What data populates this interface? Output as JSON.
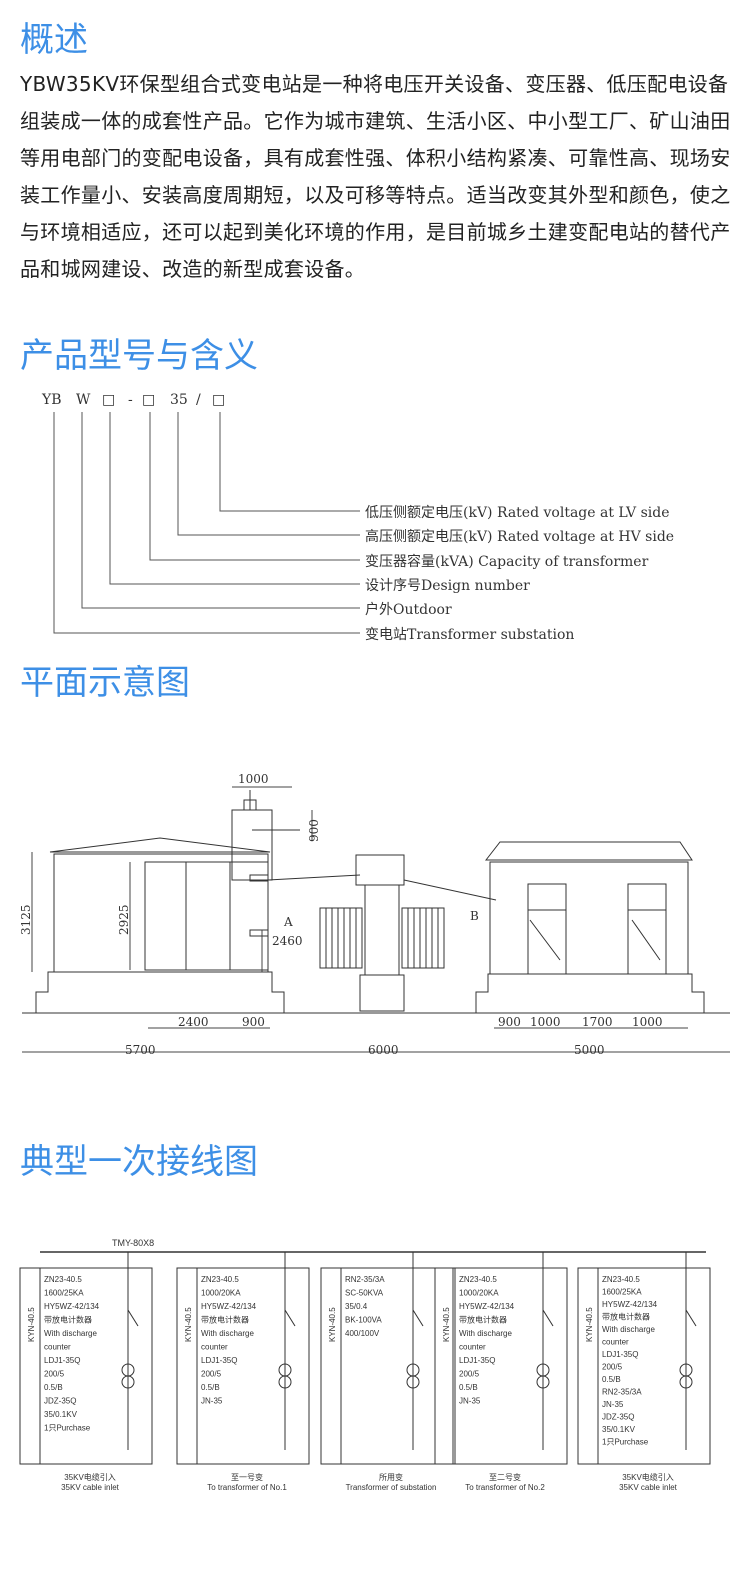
{
  "sections": {
    "overview": "概述",
    "model": "产品型号与含义",
    "plan": "平面示意图",
    "wiring": "典型一次接线图"
  },
  "intro": "YBW35KV环保型组合式变电站是一种将电压开关设备、变压器、低压配电设备组装成一体的成套性产品。它作为城市建筑、生活小区、中小型工厂、矿山油田等用电部门的变配电设备，具有成套性强、体积小结构紧凑、可靠性高、现场安装工作量小、安装高度周期短，以及可移等特点。适当改变其外型和颜色，使之与环境相适应，还可以起到美化环境的作用，是目前城乡土建变配电站的替代产品和城网建设、改造的新型成套设备。",
  "model_code": {
    "parts": [
      "YB",
      "W",
      "□",
      "-",
      "□",
      "35",
      "/",
      "□"
    ],
    "meanings": [
      "低压侧额定电压(kV) Rated voltage at LV side",
      "高压侧额定电压(kV) Rated voltage at HV side",
      "变压器容量(kVA) Capacity of transformer",
      "设计序号Design number",
      "户外Outdoor",
      "变电站Transformer substation"
    ]
  },
  "plan": {
    "dims": {
      "d1000_top": "1000",
      "d900_v": "900",
      "d3125": "3125",
      "d2925": "2925",
      "d2460": "2460",
      "labelA": "A",
      "labelB": "B",
      "d2400": "2400",
      "d900_l": "900",
      "d5700": "5700",
      "d6000": "6000",
      "d900_r": "900",
      "d1000_r1": "1000",
      "d1700": "1700",
      "d1000_r2": "1000",
      "d5000": "5000"
    }
  },
  "wiring": {
    "busbar": "TMY-80X8",
    "panels": [
      {
        "kyn": "KYN-40.5",
        "lines": [
          "ZN23-40.5",
          "1600/25KA",
          "HY5WZ-42/134",
          "带放电计数器",
          "With discharge",
          "counter",
          "LDJ1-35Q",
          "200/5",
          "0.5/B",
          "JDZ-35Q",
          "35/0.1KV",
          "1只Purchase"
        ],
        "caption_cn": "35KV电缆引入",
        "caption_en": "35KV cable inlet"
      },
      {
        "kyn": "KYN-40.5",
        "lines": [
          "ZN23-40.5",
          "1000/20KA",
          "HY5WZ-42/134",
          "带放电计数器",
          "With discharge",
          "counter",
          "LDJ1-35Q",
          "200/5",
          "0.5/B",
          "JN-35"
        ],
        "caption_cn": "至一号变",
        "caption_en": "To transformer of No.1"
      },
      {
        "kyn": "KYN-40.5",
        "lines": [
          "RN2-35/3A",
          "SC-50KVA",
          "35/0.4",
          "BK-100VA",
          "400/100V"
        ],
        "caption_cn": "所用变",
        "caption_en": "Transformer of substation"
      },
      {
        "kyn": "KYN-40.5",
        "lines": [
          "ZN23-40.5",
          "1000/20KA",
          "HY5WZ-42/134",
          "带放电计数器",
          "With discharge",
          "counter",
          "LDJ1-35Q",
          "200/5",
          "0.5/B",
          "JN-35"
        ],
        "caption_cn": "至二号变",
        "caption_en": "To transformer of No.2"
      },
      {
        "kyn": "KYN-40.5",
        "lines": [
          "ZN23-40.5",
          "1600/25KA",
          "HY5WZ-42/134",
          "带放电计数器",
          "With discharge",
          "counter",
          "LDJ1-35Q",
          "200/5",
          "0.5/B",
          "RN2-35/3A",
          "JN-35",
          "JDZ-35Q",
          "35/0.1KV",
          "1只Purchase"
        ],
        "caption_cn": "35KV电缆引入",
        "caption_en": "35KV cable inlet"
      }
    ]
  },
  "colors": {
    "heading": "#3d8fe6",
    "text": "#222222",
    "line": "#333333"
  }
}
